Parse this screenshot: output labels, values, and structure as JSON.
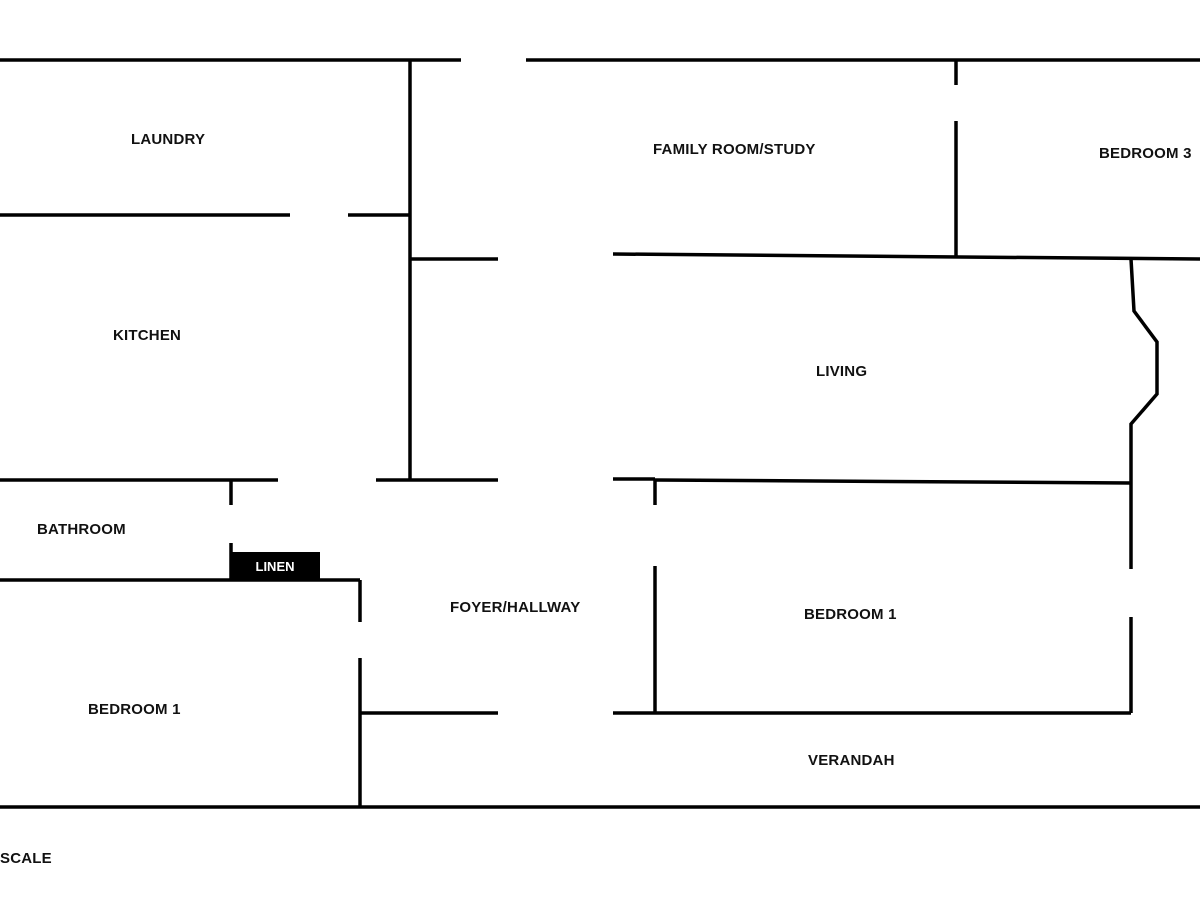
{
  "rooms": {
    "laundry": "LAUNDRY",
    "kitchen": "KITCHEN",
    "bathroom": "BATHROOM",
    "linen": "LINEN",
    "bedroom_1_left": "BEDROOM 1",
    "foyer_hallway": "FOYER/HALLWAY",
    "family_room_study": "FAMILY ROOM/STUDY",
    "bedroom_3": "BEDROOM 3",
    "living": "LIVING",
    "bedroom_1_right": "BEDROOM 1",
    "verandah": "VERANDAH"
  },
  "scale_label": "SCALE",
  "colors": {
    "wall": "#000000",
    "background": "#ffffff",
    "linen_fill": "#000000",
    "linen_text": "#ffffff"
  }
}
